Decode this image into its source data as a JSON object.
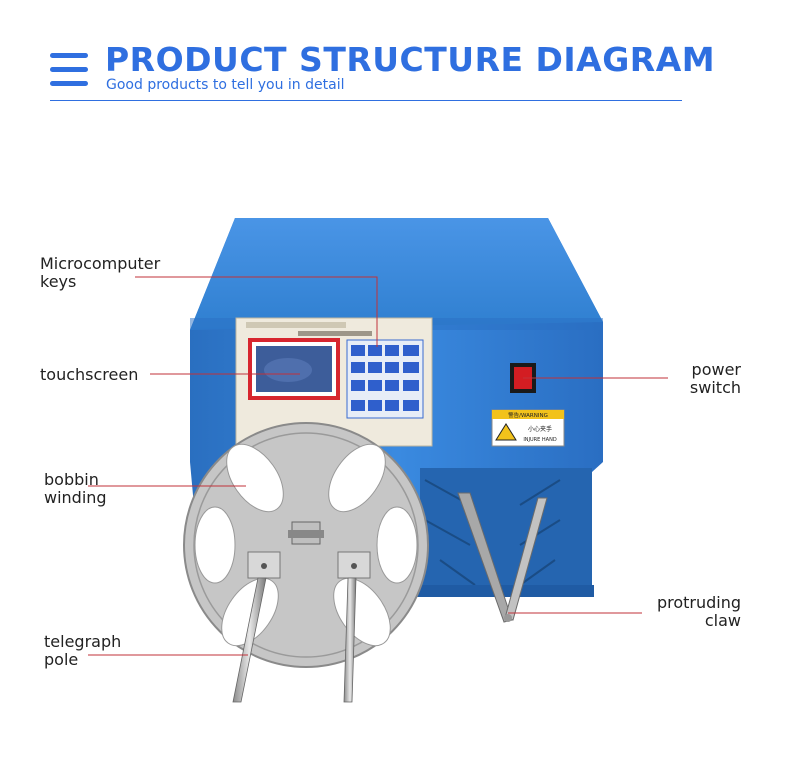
{
  "header": {
    "title": "PRODUCT STRUCTURE DIAGRAM",
    "subtitle": "Good products to tell you in detail"
  },
  "panel": {
    "warning_label": "警告/WARNING",
    "warning_text_cn": "小心夹手",
    "warning_text_en": "INJURE HAND"
  },
  "callouts": {
    "microcomputer_keys": {
      "line1": "Microcomputer",
      "line2": "keys"
    },
    "touchscreen": {
      "line1": "touchscreen"
    },
    "bobbin_winding": {
      "line1": "bobbin",
      "line2": "winding"
    },
    "telegraph_pole": {
      "line1": "telegraph",
      "line2": "pole"
    },
    "power_switch": {
      "line1": "power",
      "line2": "switch"
    },
    "protruding_claw": {
      "line1": "protruding",
      "line2": "claw"
    }
  },
  "colors": {
    "accent": "#2f6fe0",
    "machine_body": "#2f7fd0",
    "leader_line": "#c0323a"
  }
}
